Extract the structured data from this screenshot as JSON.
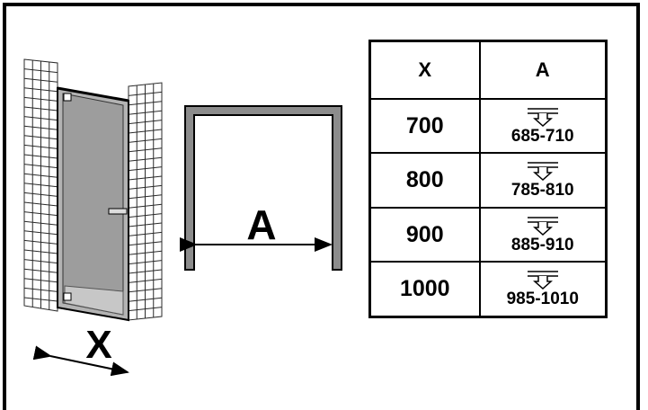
{
  "diagram": {
    "label_x": "X",
    "label_a": "A"
  },
  "table": {
    "header_x": "X",
    "header_a": "A",
    "rows": [
      {
        "x": "700",
        "a": "685-710",
        "icon": "trap-icon"
      },
      {
        "x": "800",
        "a": "785-810",
        "icon": "trap-icon"
      },
      {
        "x": "900",
        "a": "885-910",
        "icon": "trap-icon"
      },
      {
        "x": "1000",
        "a": "985-1010",
        "icon": "trap-icon"
      }
    ]
  },
  "colors": {
    "outline": "#000000",
    "wall_gray": "#8c8c8c",
    "glass": "#b3b3b3",
    "tile_line": "#2a2a2a"
  }
}
